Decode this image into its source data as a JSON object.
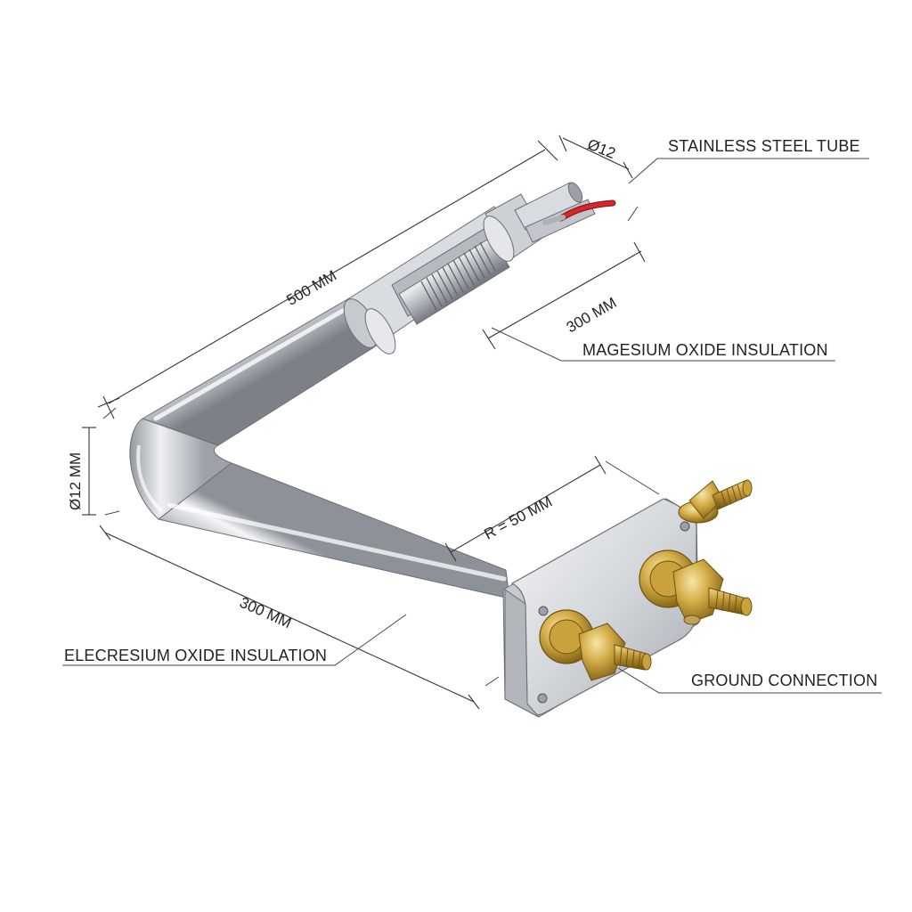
{
  "labels": {
    "stainless_steel_tube": "STAINLESS STEEL TUBE",
    "magnesium_oxide_insulation": "MAGESIUM OXIDE INSULATION",
    "elecresium_oxide_insulation": "ELECRESIUM OXIDE INSULATION",
    "ground_connection": "GROUND CONNECTION"
  },
  "dimensions": {
    "tube_diameter_top": "Ø12",
    "length_total": "500 MM",
    "length_inner": "300 MM",
    "diameter_side": "Ø12 MM",
    "bend_radius": "R = 50 MM",
    "length_lower": "300 MM"
  },
  "colors": {
    "steel_light": "#f2f3f5",
    "steel_mid": "#b9bdc3",
    "steel_dark": "#6f747b",
    "brass_light": "#f3d985",
    "brass_mid": "#c9a23c",
    "brass_dark": "#7d5f14",
    "wire_red": "#d8262c",
    "line": "#333333"
  },
  "icons": [
    "stainless-steel-tube",
    "coil-heating-element",
    "red-lead-wire",
    "terminal-plate",
    "brass-terminal-nut"
  ]
}
